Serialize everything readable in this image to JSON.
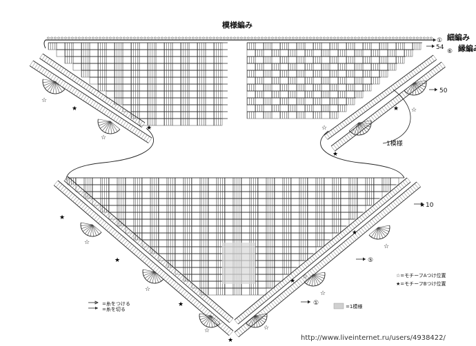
{
  "title": "模様編み",
  "right_labels": {
    "thin_knit": "細編み",
    "edge_knit": "縁編み",
    "row_1": "①",
    "row_54": "54",
    "row_6": "⑥",
    "row_50": "50"
  },
  "lower_row_labels": {
    "row_10": "10",
    "row_5": "⑤",
    "row_1": "①"
  },
  "one_pattern": "1模様",
  "legend": {
    "motif_a": "☆=モチーフAつけ位置",
    "motif_b": "★=モチーフBつけ位置",
    "attach_yarn": "=糸をつける",
    "cut_yarn": "=糸を切る",
    "one_pattern": "=1模様"
  },
  "watermark": "http://www.liveinternet.ru/users/4938422/"
}
